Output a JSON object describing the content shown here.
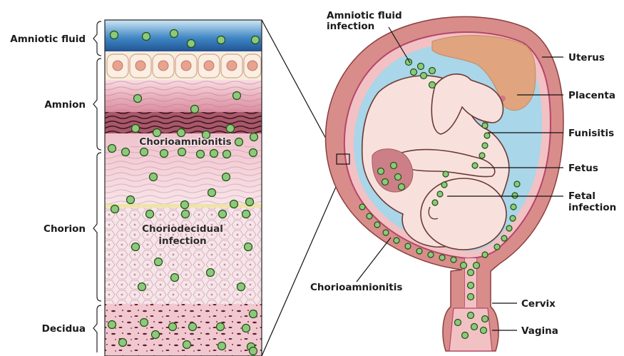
{
  "colors": {
    "germ_fill": "#8dc97a",
    "germ_stroke": "#1f4f17",
    "amniotic_fluid": "#a9d6e8",
    "uterus_wall": "#d88d8a",
    "placenta": "#e0a47e",
    "fetus_skin": "#f8e1dc"
  },
  "left_panel": {
    "layer_labels": {
      "amniotic_fluid": "Amniotic fluid",
      "amnion": "Amnion",
      "chorion": "Chorion",
      "decidua": "Decidua"
    },
    "inner_labels": {
      "chorioamnionitis": "Chorioamnionitis",
      "choriodecidual_line1": "Choriodecidual",
      "choriodecidual_line2": "infection"
    }
  },
  "right_panel": {
    "labels": {
      "amniotic_fluid_infection_line1": "Amniotic fluid",
      "amniotic_fluid_infection_line2": "infection",
      "uterus": "Uterus",
      "placenta": "Placenta",
      "funisitis": "Funisitis",
      "fetus": "Fetus",
      "fetal_infection_line1": "Fetal",
      "fetal_infection_line2": "infection",
      "chorioamnionitis": "Chorioamnionitis",
      "cervix": "Cervix",
      "vagina": "Vagina"
    },
    "icons": {
      "bacteria": "bacteria-dot-icon"
    }
  }
}
